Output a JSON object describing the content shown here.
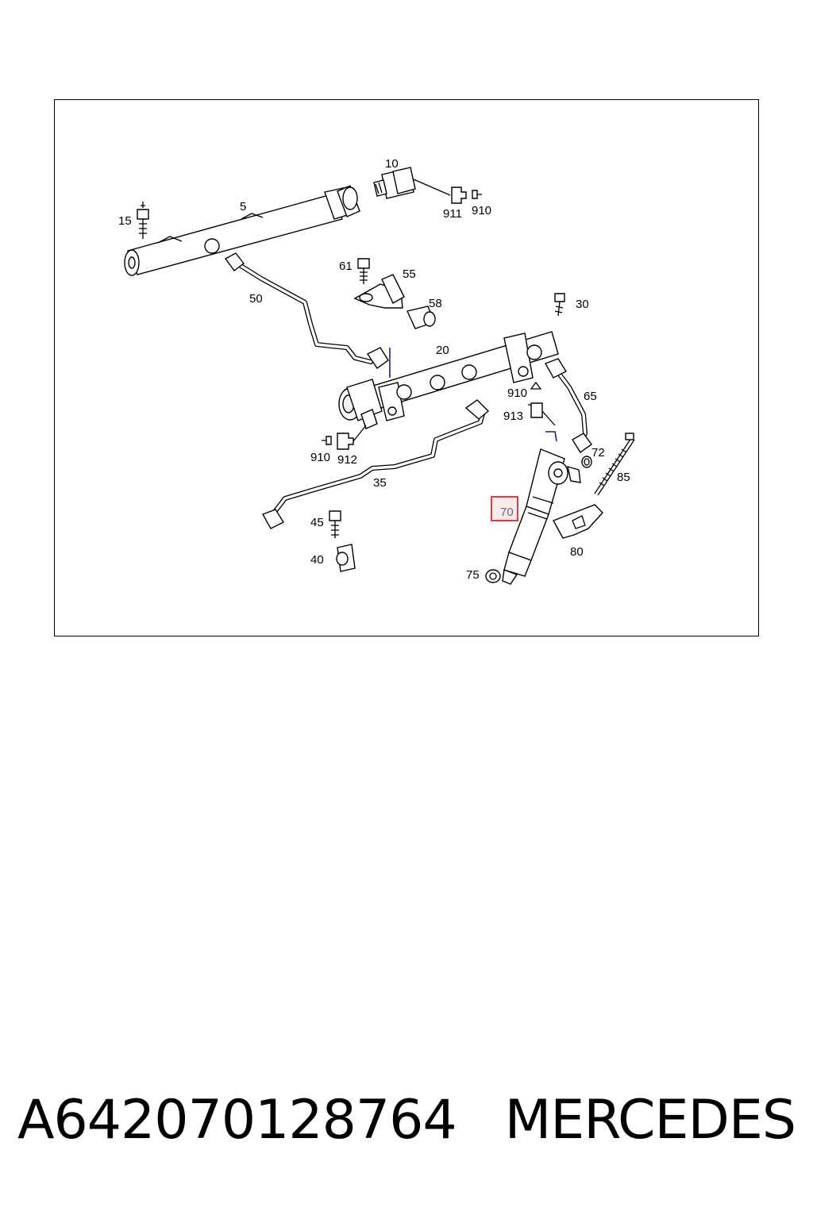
{
  "diagram": {
    "labels": {
      "p5": "5",
      "p10": "10",
      "p15": "15",
      "p20": "20",
      "p30": "30",
      "p35": "35",
      "p40": "40",
      "p45": "45",
      "p50": "50",
      "p55": "55",
      "p58": "58",
      "p61": "61",
      "p65": "65",
      "p70": "70",
      "p72": "72",
      "p75": "75",
      "p80": "80",
      "p85": "85",
      "p910a": "910",
      "p910b": "910",
      "p910c": "910",
      "p911": "911",
      "p912": "912",
      "p913": "913"
    },
    "highlighted_part": "70",
    "highlight_color": "#e0393e"
  },
  "footer": {
    "part_number": "A642070128764",
    "brand": "MERCEDES"
  }
}
